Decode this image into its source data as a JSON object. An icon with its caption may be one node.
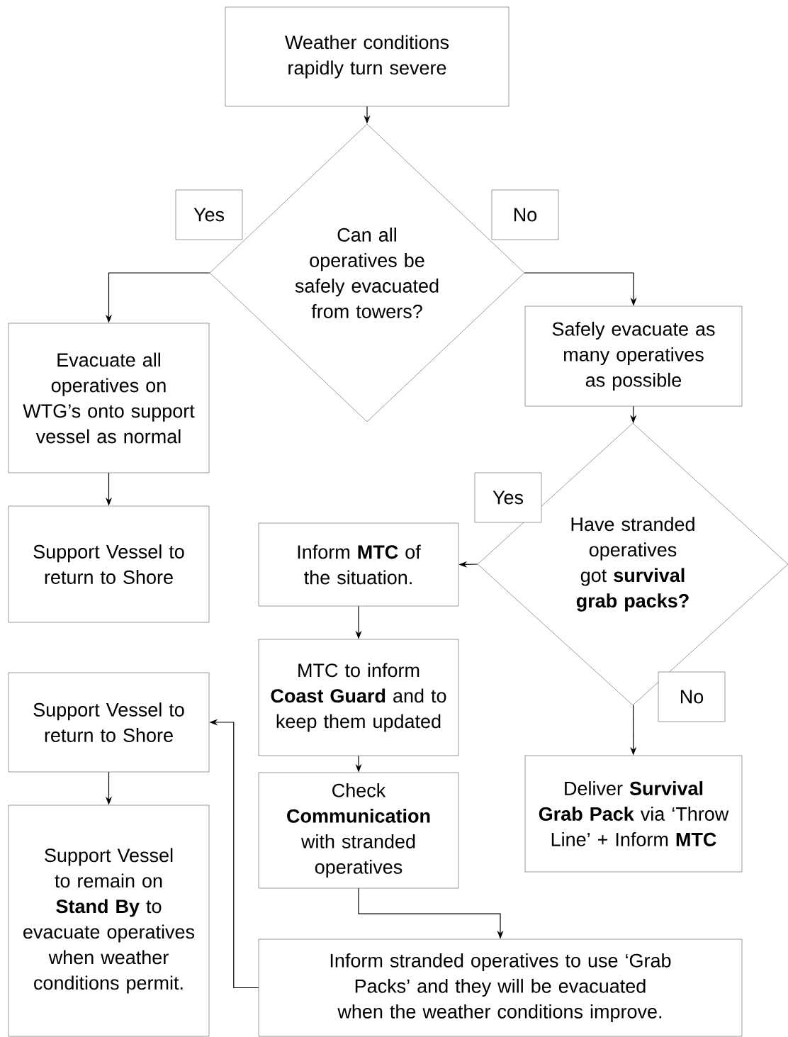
{
  "diagram": {
    "nodes": [
      {
        "text": [
          "Weather conditions rapidly turn severe"
        ]
      },
      {
        "text": [
          "Can all operatives be safely evacuated from towers?"
        ]
      },
      {
        "text": [
          "Yes"
        ]
      },
      {
        "text": [
          "No"
        ]
      },
      {
        "text": [
          "Evacuate all operatives on WTG’s onto support vessel as normal"
        ]
      },
      {
        "text": [
          "Safely evacuate as many operatives as possible"
        ]
      },
      {
        "text": [
          "Support Vessel to return to Shore"
        ]
      },
      {
        "text": [
          "Have stranded operatives got **survival grab packs?**"
        ]
      },
      {
        "text": [
          "Yes"
        ]
      },
      {
        "text": [
          "Inform **MTC** of the situation."
        ]
      },
      {
        "text": [
          "No"
        ]
      },
      {
        "text": [
          "MTC to inform **Coast Guard** and to keep them updated"
        ]
      },
      {
        "text": [
          "Support Vessel to return to Shore"
        ]
      },
      {
        "text": [
          "Check **Communication** with stranded operatives"
        ]
      },
      {
        "text": [
          "Deliver **Survival Grab Pack** via ‘Throw Line’ + Inform **MTC**"
        ]
      },
      {
        "text": [
          "Support Vessel to remain on **Stand By** to evacuate operatives when weather conditions permit."
        ]
      },
      {
        "text": [
          "Inform stranded operatives to use ‘Grab Packs’ and they will be evacuated when the weather conditions improve."
        ]
      }
    ],
    "edges": [
      {
        "from": 0,
        "to": 1,
        "arrow": "to"
      },
      {
        "from": 1,
        "to": 4,
        "arrow": "to"
      },
      {
        "from": 1,
        "to": 5,
        "arrow": "to"
      },
      {
        "from": 4,
        "to": 6,
        "arrow": "to"
      },
      {
        "from": 5,
        "to": 7,
        "arrow": "to"
      },
      {
        "from": 7,
        "to": 9,
        "arrow": "to"
      },
      {
        "from": 7,
        "to": 14,
        "arrow": "to"
      },
      {
        "from": 9,
        "to": 11,
        "arrow": "to"
      },
      {
        "from": 11,
        "to": 13,
        "arrow": "to"
      },
      {
        "from": 13,
        "to": 16,
        "arrow": "to"
      },
      {
        "from": 16,
        "to": 12,
        "arrow": "to"
      },
      {
        "from": 12,
        "to": 15,
        "arrow": "to"
      }
    ]
  }
}
